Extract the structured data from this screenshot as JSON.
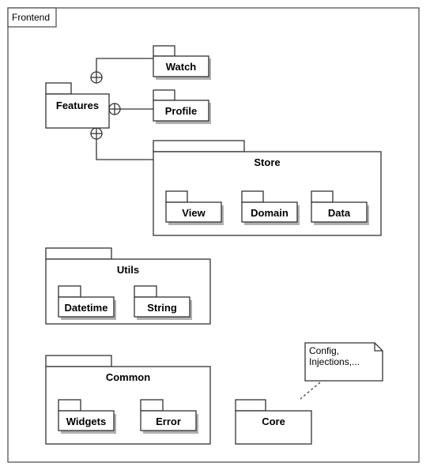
{
  "frame": {
    "title": "Frontend"
  },
  "packages": {
    "watch": "Watch",
    "features": "Features",
    "profile": "Profile",
    "store": "Store",
    "view": "View",
    "domain": "Domain",
    "data": "Data",
    "utils": "Utils",
    "datetime": "Datetime",
    "string": "String",
    "common": "Common",
    "widgets": "Widgets",
    "error": "Error",
    "core": "Core"
  },
  "note": {
    "lines": [
      "Config,",
      "Injections,..."
    ]
  }
}
